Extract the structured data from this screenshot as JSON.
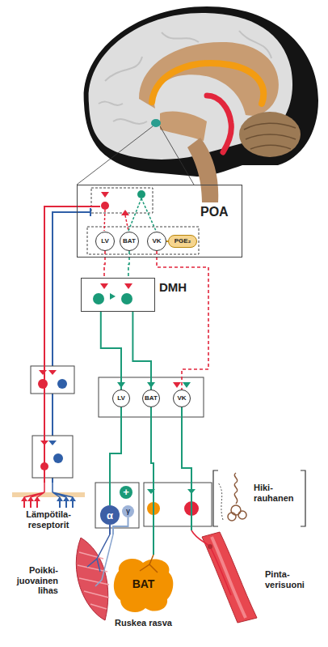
{
  "diagram": {
    "nodes": [
      {
        "text": [
          "POA"
        ]
      },
      {
        "text": [
          "LV"
        ],
        "in": 0
      },
      {
        "text": [
          "BAT"
        ],
        "in": 0
      },
      {
        "text": [
          "VK"
        ],
        "in": 0
      },
      {
        "text": [
          "PGE₂"
        ],
        "in": 0
      },
      {
        "text": [
          "DMH"
        ]
      },
      {
        "text": [
          "LV"
        ]
      },
      {
        "text": [
          "BAT"
        ]
      },
      {
        "text": [
          "VK"
        ]
      },
      {
        "text": [
          "α"
        ]
      },
      {
        "text": [
          "γ"
        ]
      },
      {
        "text": [
          "Lämpötila- reseptorit"
        ]
      },
      {
        "text": [
          "Poikki- juovainen lihas"
        ]
      },
      {
        "text": [
          "BAT",
          "Ruskea rasva"
        ]
      },
      {
        "text": [
          "Pinta- verisuoni"
        ]
      },
      {
        "text": [
          "Hiki- rauhanen"
        ]
      }
    ],
    "edges": [
      {
        "from": 1,
        "to": 5,
        "arrow": "none"
      },
      {
        "from": 2,
        "to": 5,
        "arrow": "none"
      },
      {
        "from": 3,
        "to": 8,
        "arrow": "none"
      },
      {
        "from": 5,
        "to": 6,
        "arrow": "none"
      },
      {
        "from": 5,
        "to": 7,
        "arrow": "none"
      },
      {
        "from": 6,
        "to": 9,
        "arrow": "none"
      },
      {
        "from": 9,
        "to": 12,
        "arrow": "none"
      },
      {
        "from": 10,
        "to": 12,
        "arrow": "none"
      },
      {
        "from": 7,
        "to": 13,
        "arrow": "none"
      },
      {
        "from": 8,
        "to": 14,
        "arrow": "none"
      },
      {
        "from": 4,
        "to": 3,
        "arrow": "none"
      },
      {
        "from": 11,
        "to": 0,
        "arrow": "none"
      }
    ],
    "labels": [
      "+"
    ]
  }
}
